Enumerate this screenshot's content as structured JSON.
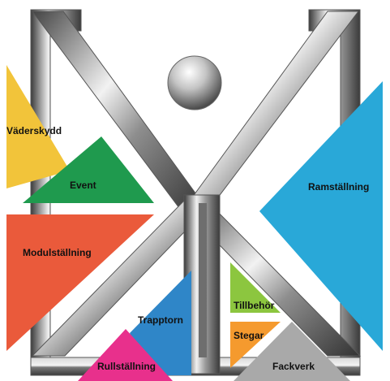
{
  "menu": {
    "items": [
      {
        "label": "Väderskydd",
        "color": "#f2c43a"
      },
      {
        "label": "Event",
        "color": "#1f9a4e"
      },
      {
        "label": "Modulställning",
        "color": "#ea5a3b"
      },
      {
        "label": "Ramställning",
        "color": "#29a8d8"
      },
      {
        "label": "Trapptorn",
        "color": "#2f86c8"
      },
      {
        "label": "Rullställning",
        "color": "#e8308c"
      },
      {
        "label": "Tillbehör",
        "color": "#8cc63f"
      },
      {
        "label": "Stegar",
        "color": "#f59a2e"
      },
      {
        "label": "Fackverk",
        "color": "#a9a9a9"
      }
    ]
  },
  "logo": {
    "icon": "scaffold-figure-icon",
    "metal_color": "#9a9a9a",
    "ball_color": "#b0b0b0"
  }
}
